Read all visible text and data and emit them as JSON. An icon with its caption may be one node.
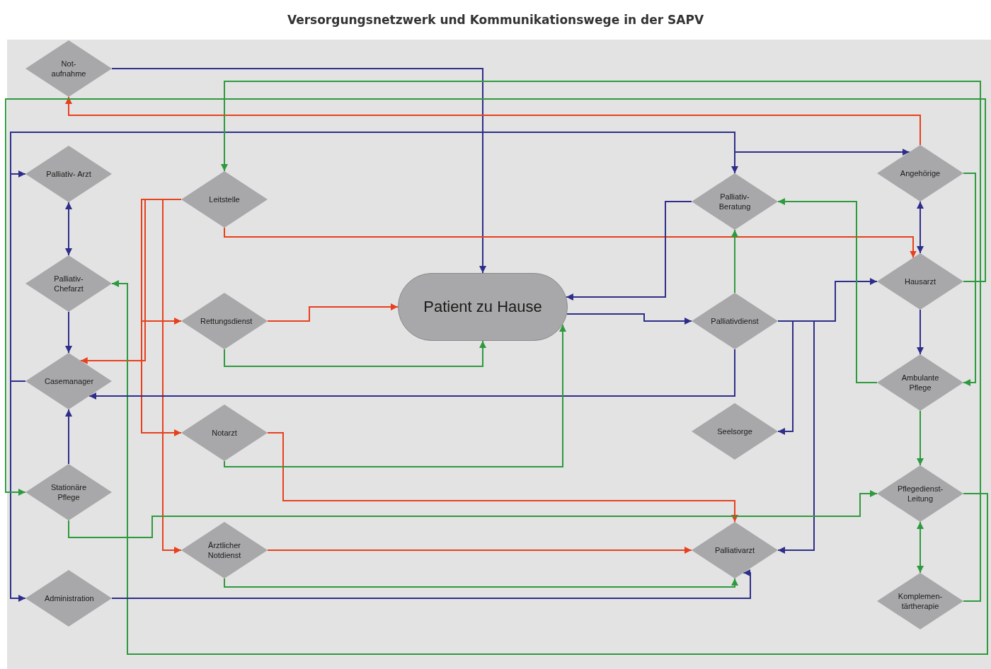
{
  "diagram": {
    "title": "Versorgungsnetzwerk und Kommunikationswege in der SAPV",
    "nodes": [
      {
        "text": [
          "Not- aufnahme"
        ]
      },
      {
        "text": [
          "Palliativ- Arzt"
        ]
      },
      {
        "text": [
          "Leitstelle"
        ]
      },
      {
        "text": [
          "Palliativ- Chefarzt"
        ]
      },
      {
        "text": [
          "Rettungsdienst"
        ]
      },
      {
        "text": [
          "Patient zu Hause"
        ]
      },
      {
        "text": [
          "Casemanager"
        ]
      },
      {
        "text": [
          "Notarzt"
        ]
      },
      {
        "text": [
          "Stationäre Pflege"
        ]
      },
      {
        "text": [
          "Ärztlicher Notdienst"
        ]
      },
      {
        "text": [
          "Administration"
        ]
      },
      {
        "text": [
          "Palliativ- Beratung"
        ]
      },
      {
        "text": [
          "Angehörige"
        ]
      },
      {
        "text": [
          "Hausarzt"
        ]
      },
      {
        "text": [
          "Palliativdienst"
        ]
      },
      {
        "text": [
          "Ambulante Pflege"
        ]
      },
      {
        "text": [
          "Seelsorge"
        ]
      },
      {
        "text": [
          "Pflegedienst- Leitung"
        ]
      },
      {
        "text": [
          "Palliativarzt"
        ]
      },
      {
        "text": [
          "Komplemen- tärtherapie"
        ]
      }
    ],
    "edges": [
      {
        "from": 0,
        "to": 5,
        "arrow": "to"
      },
      {
        "from": 6,
        "to": 1,
        "arrow": "to"
      },
      {
        "from": 6,
        "to": 10,
        "arrow": "to"
      },
      {
        "from": 6,
        "to": 11,
        "arrow": "to"
      },
      {
        "from": 6,
        "to": 12,
        "arrow": "to"
      },
      {
        "from": 12,
        "to": 0,
        "arrow": "to",
        "color": "#e8401c"
      },
      {
        "from": 19,
        "to": 2,
        "arrow": "to",
        "color": "#2e9a3e"
      },
      {
        "from": 13,
        "to": 8,
        "arrow": "to",
        "color": "#2e9a3e"
      },
      {
        "from": 2,
        "to": 4,
        "arrow": "to",
        "color": "#e8401c"
      },
      {
        "from": 2,
        "to": 7,
        "arrow": "to",
        "color": "#e8401c"
      },
      {
        "from": 2,
        "to": 9,
        "arrow": "to",
        "color": "#e8401c"
      },
      {
        "from": 2,
        "to": 6,
        "arrow": "to",
        "color": "#e8401c"
      },
      {
        "from": 4,
        "to": 5,
        "arrow": "to",
        "color": "#e8401c"
      },
      {
        "from": 2,
        "to": 13,
        "arrow": "to",
        "color": "#e8401c"
      },
      {
        "from": 12,
        "to": 13,
        "arrow": "both"
      },
      {
        "from": 4,
        "to": 5,
        "arrow": "to",
        "color": "#2e9a3e"
      },
      {
        "from": 5,
        "to": 14,
        "arrow": "to"
      },
      {
        "from": 11,
        "to": 5,
        "arrow": "to"
      },
      {
        "from": 14,
        "to": 11,
        "arrow": "to",
        "color": "#2e9a3e"
      },
      {
        "from": 14,
        "to": 13,
        "arrow": "to"
      },
      {
        "from": 13,
        "to": 15,
        "arrow": "to"
      },
      {
        "from": 14,
        "to": 16,
        "arrow": "to"
      },
      {
        "from": 14,
        "to": 18,
        "arrow": "to"
      },
      {
        "from": 15,
        "to": 11,
        "arrow": "to",
        "color": "#2e9a3e"
      },
      {
        "from": 12,
        "to": 15,
        "arrow": "to",
        "color": "#2e9a3e"
      },
      {
        "from": 15,
        "to": 17,
        "arrow": "to",
        "color": "#2e9a3e"
      },
      {
        "from": 17,
        "to": 19,
        "arrow": "both",
        "color": "#2e9a3e"
      },
      {
        "from": 9,
        "to": 18,
        "arrow": "to",
        "color": "#e8401c"
      },
      {
        "from": 7,
        "to": 18,
        "arrow": "to",
        "color": "#e8401c"
      },
      {
        "from": 9,
        "to": 18,
        "arrow": "to",
        "color": "#2e9a3e"
      },
      {
        "from": 8,
        "to": 17,
        "arrow": "to",
        "color": "#2e9a3e"
      },
      {
        "from": 17,
        "to": 3,
        "arrow": "to",
        "color": "#2e9a3e"
      },
      {
        "from": 14,
        "to": 6,
        "arrow": "to"
      },
      {
        "from": 7,
        "to": 5,
        "arrow": "to",
        "color": "#2e9a3e"
      },
      {
        "from": 10,
        "to": 18,
        "arrow": "to"
      },
      {
        "from": 1,
        "to": 3,
        "arrow": "both"
      },
      {
        "from": 3,
        "to": 6,
        "arrow": "to"
      },
      {
        "from": 8,
        "to": 6,
        "arrow": "to"
      }
    ]
  }
}
